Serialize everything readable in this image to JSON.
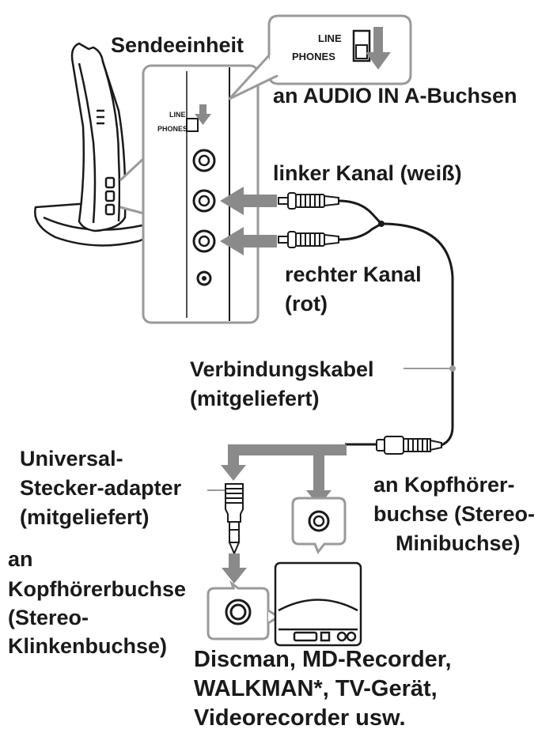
{
  "labels": {
    "transmitter": "Sendeeinheit",
    "switch_line": "LINE",
    "switch_phones": "PHONES",
    "audio_in": "an AUDIO IN A-Buchsen",
    "left_channel": "linker Kanal (weiß)",
    "right_channel_1": "rechter Kanal",
    "right_channel_2": "(rot)",
    "cable_1": "Verbindungskabel",
    "cable_2": "(mitgeliefert)",
    "adapter_1": "Universal-",
    "adapter_2": "Stecker-adapter",
    "adapter_3": "(mitgeliefert)",
    "mini_jack_1": "an Kopfhörer-",
    "mini_jack_2": "buchse (Stereo-",
    "mini_jack_3": "Minibuchse)",
    "std_jack_1": "an",
    "std_jack_2": "Kopfhörerbuchse",
    "std_jack_3": "(Stereo-",
    "std_jack_4": "Klinkenbuchse)",
    "devices_1": "Discman, MD-Recorder,",
    "devices_2": "WALKMAN*, TV-Gerät,",
    "devices_3": "Videorecorder usw."
  },
  "colors": {
    "line": "#1a1a1a",
    "arrow": "#8a8a8a",
    "panel_fill": "#ffffff",
    "outline_gray": "#9a9a9a"
  }
}
